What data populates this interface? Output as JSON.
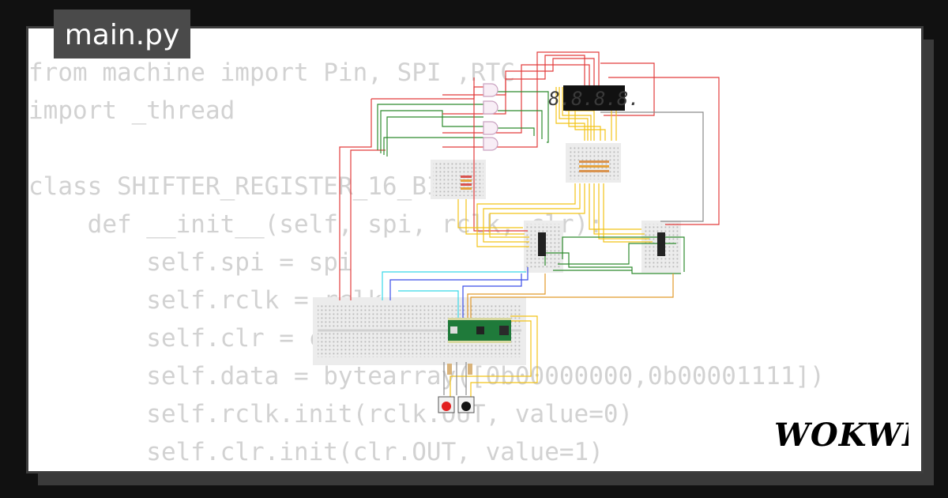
{
  "file": {
    "name": "main.py"
  },
  "code_lines": [
    "from machine import Pin, SPI ,RTC",
    "import _thread",
    "",
    "class SHIFTER_REGISTER_16_BITS:",
    "    def __init__(self, spi, rclk, clr):",
    "        self.spi = spi",
    "        self.rclk = rclk",
    "        self.clr = clr",
    "        self.data = bytearray([0b00000000,0b00001111])",
    "        self.rclk.init(rclk.OUT, value=0)",
    "        self.clr.init(clr.OUT, value=1)"
  ],
  "display": {
    "digits": "8.8.8.8."
  },
  "brand": {
    "logo_text": "WOKWI"
  },
  "colors": {
    "background": "#111111",
    "card": "#ffffff",
    "code_text": "#d2d2d2",
    "tab": "#4a4a4a",
    "wire_red": "#e23c3c",
    "wire_green": "#2e8b2e",
    "wire_yellow": "#f2c318",
    "wire_cyan": "#38d8e8",
    "wire_blue": "#3b4ee8",
    "wire_gray": "#8a8a8a",
    "pico_green": "#1f7a3a"
  }
}
